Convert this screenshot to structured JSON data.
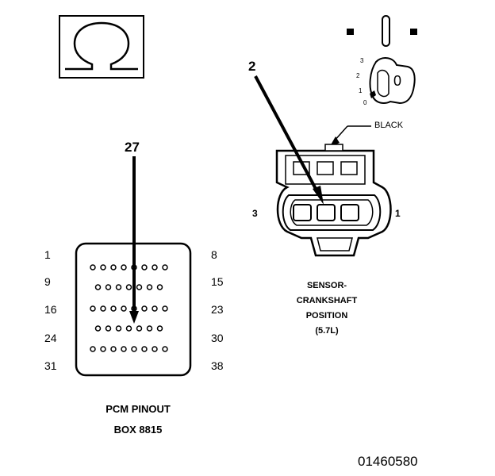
{
  "ohmmeter_symbol": {
    "icon": "ohm-icon",
    "glyph": "Ω"
  },
  "ignition_switch": {
    "icon": "ignition-key-icon",
    "key_label": "0",
    "positions": [
      "3",
      "2",
      "1",
      "0"
    ]
  },
  "sensor_connector": {
    "callout": "2",
    "color_label": "BLACK",
    "left_pin": "3",
    "right_pin": "1",
    "caption_lines": [
      "SENSOR-",
      "CRANKSHAFT",
      "POSITION",
      "(5.7L)"
    ]
  },
  "pcm_connector": {
    "callout": "27",
    "left_labels": [
      "1",
      "9",
      "16",
      "24",
      "31"
    ],
    "right_labels": [
      "8",
      "15",
      "23",
      "30",
      "38"
    ],
    "row_pin_counts": [
      8,
      7,
      8,
      7,
      8
    ],
    "caption_lines": [
      "PCM PINOUT",
      "BOX 8815"
    ]
  },
  "figure_number": "01460580"
}
